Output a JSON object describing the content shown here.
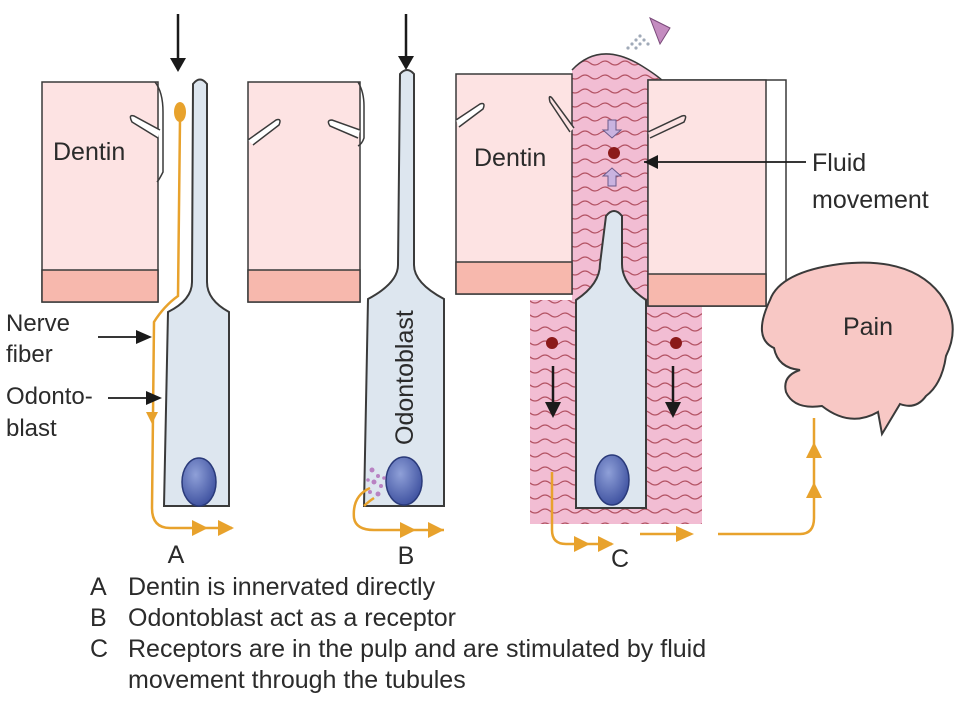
{
  "colors": {
    "dentin": "#fde3e3",
    "dentin_band": "#f7b8ad",
    "outline": "#3a3a3a",
    "odontoblast": "#dde6ef",
    "nucleus": "#4a5fae",
    "nerve": "#e8a22c",
    "pulp": "#f2b7cf",
    "pulp_wave": "#9a2a38",
    "fluid_dot": "#8b1a1a",
    "stimulus": "#c48cc0",
    "brain": "#f8c8c5"
  },
  "panels": [
    {
      "id": "A",
      "label": "A"
    },
    {
      "id": "B",
      "label": "B"
    },
    {
      "id": "C",
      "label": "C"
    }
  ],
  "labels": {
    "dentin_a": "Dentin",
    "dentin_c": "Dentin",
    "nerve_fiber_line1": "Nerve",
    "nerve_fiber_line2": "fiber",
    "odontoblast_a_line1": "Odonto-",
    "odontoblast_a_line2": "blast",
    "odontoblast_b": "Odontoblast",
    "fluid_line1": "Fluid",
    "fluid_line2": "movement",
    "pain": "Pain"
  },
  "legend": [
    {
      "key": "A",
      "text": "Dentin is innervated directly"
    },
    {
      "key": "B",
      "text": "Odontoblast act as a receptor"
    },
    {
      "key": "C",
      "text": "Receptors are in the pulp and are stimulated by fluid",
      "continuation": "movement  through the tubules"
    }
  ]
}
